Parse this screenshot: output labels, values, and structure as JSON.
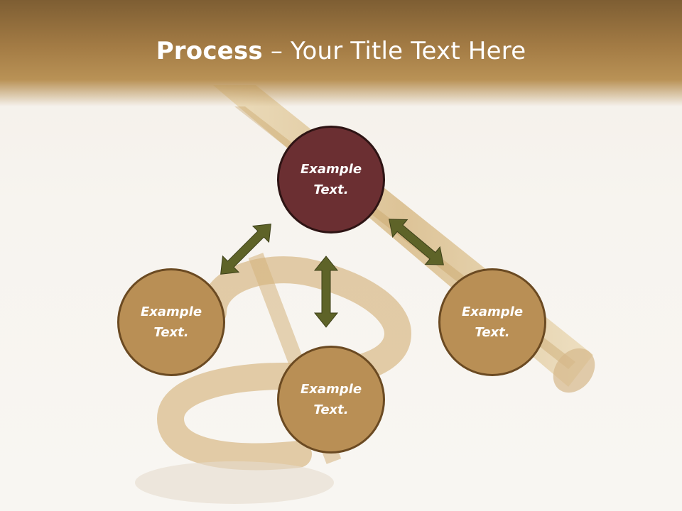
{
  "slide": {
    "title_bold": "Process",
    "title_rest": " – Your Title Text Here"
  },
  "nodes": {
    "top": "Example Text.",
    "left": "Example Text.",
    "right": "Example Text.",
    "bottom": "Example Text."
  },
  "colors": {
    "header": "#a47c45",
    "node_gold": "#b98f55",
    "node_dark": "#6b2f32",
    "arrow": "#5e6328"
  }
}
